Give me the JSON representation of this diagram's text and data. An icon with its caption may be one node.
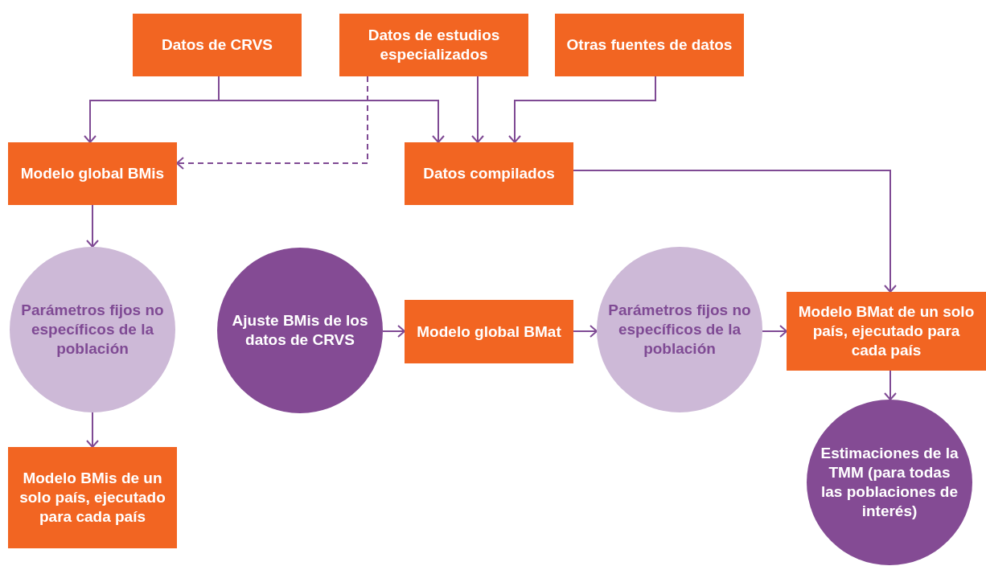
{
  "diagram": {
    "nodes": [
      {
        "text": [
          "Datos de CRVS"
        ]
      },
      {
        "text": [
          "Datos de estudios especializados"
        ]
      },
      {
        "text": [
          "Otras fuentes de datos"
        ]
      },
      {
        "text": [
          "Modelo global BMis"
        ]
      },
      {
        "text": [
          "Datos compilados"
        ]
      },
      {
        "text": [
          "Parámetros fijos no específicos de la población"
        ]
      },
      {
        "text": [
          "Ajuste BMis de los datos de CRVS"
        ]
      },
      {
        "text": [
          "Modelo global BMat"
        ]
      },
      {
        "text": [
          "Parámetros fijos no específicos de la población"
        ]
      },
      {
        "text": [
          "Modelo BMat de un solo país, ejecutado para cada país"
        ]
      },
      {
        "text": [
          "Modelo BMis de un solo país, ejecutado para cada país"
        ]
      },
      {
        "text": [
          "Estimaciones de la TMM (para todas las poblaciones de interés)"
        ]
      }
    ],
    "edges": [
      {
        "from": 0,
        "to": 3,
        "arrow": "to"
      },
      {
        "from": 0,
        "to": 4,
        "arrow": "to"
      },
      {
        "from": 1,
        "to": 3,
        "arrow": "to",
        "style": "dashed"
      },
      {
        "from": 1,
        "to": 4,
        "arrow": "to"
      },
      {
        "from": 2,
        "to": 4,
        "arrow": "to"
      },
      {
        "from": 4,
        "to": 9,
        "arrow": "to"
      },
      {
        "from": 3,
        "to": 5,
        "arrow": "to"
      },
      {
        "from": 5,
        "to": 10,
        "arrow": "to"
      },
      {
        "from": 6,
        "to": 7,
        "arrow": "to"
      },
      {
        "from": 7,
        "to": 8,
        "arrow": "to"
      },
      {
        "from": 8,
        "to": 9,
        "arrow": "to"
      },
      {
        "from": 9,
        "to": 11,
        "arrow": "to"
      }
    ]
  }
}
